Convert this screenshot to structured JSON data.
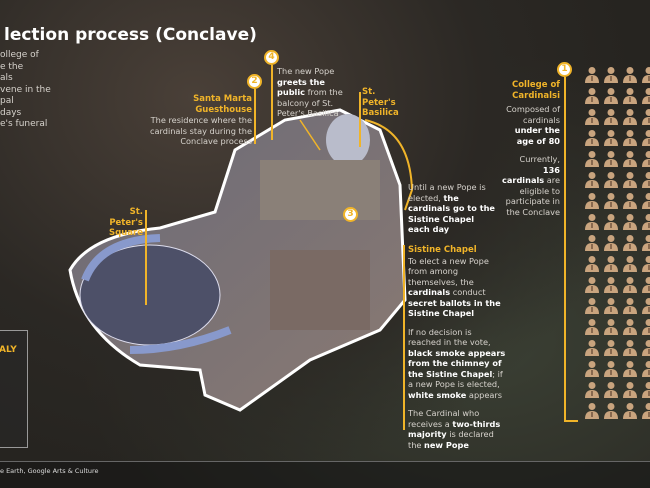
{
  "title": "lection process (Conclave)",
  "intro_lines": [
    "ollege of",
    "e the",
    "als",
    "vene in the",
    "pal",
    "days",
    "e's funeral"
  ],
  "markers": [
    "1",
    "2",
    "3",
    "4"
  ],
  "santa_marta": {
    "heading": "Santa Marta Guesthouse",
    "text": "The residence where the cardinals stay during the Conclave process"
  },
  "pope_greets": {
    "pre": "The new Pope ",
    "b1": "greets the public",
    "post": " from the balcony of St. Peter's Basilica"
  },
  "basilica": {
    "heading": "St. Peter's Basilica"
  },
  "square": {
    "heading": "St. Peter's Square"
  },
  "college": {
    "heading": "College of Cardinalsi",
    "t1": "Composed of cardinals ",
    "b1": "under the age of 80",
    "t2": "Currently, ",
    "b2": "136 cardinals",
    "t3": " are eligible to participate in the Conclave"
  },
  "daily": {
    "t1": "Until a new Pope is elected, ",
    "b1": "the cardinals go to the Sistine Chapel each day"
  },
  "sistine": {
    "heading": "Sistine Chapel",
    "p1a": "To elect a new Pope from among themselves, the ",
    "p1b": "cardinals",
    "p1c": " conduct ",
    "p1d": "secret ballots in the Sistine Chapel",
    "p2a": "If no decision is reached in the vote, ",
    "p2b": "black smoke appears from the chimney of the Sistine Chapel",
    "p2c": "; if a new Pope is elected, ",
    "p2d": "white smoke",
    "p2e": " appears",
    "p3a": "The Cardinal who receives a ",
    "p3b": "two-thirds majority",
    "p3c": " is declared the ",
    "p3d": "new Pope"
  },
  "inset_label": "ALY",
  "footer": "e Earth, Google Arts & Culture",
  "colors": {
    "accent": "#f0b429",
    "icon": "#c9a47e"
  }
}
